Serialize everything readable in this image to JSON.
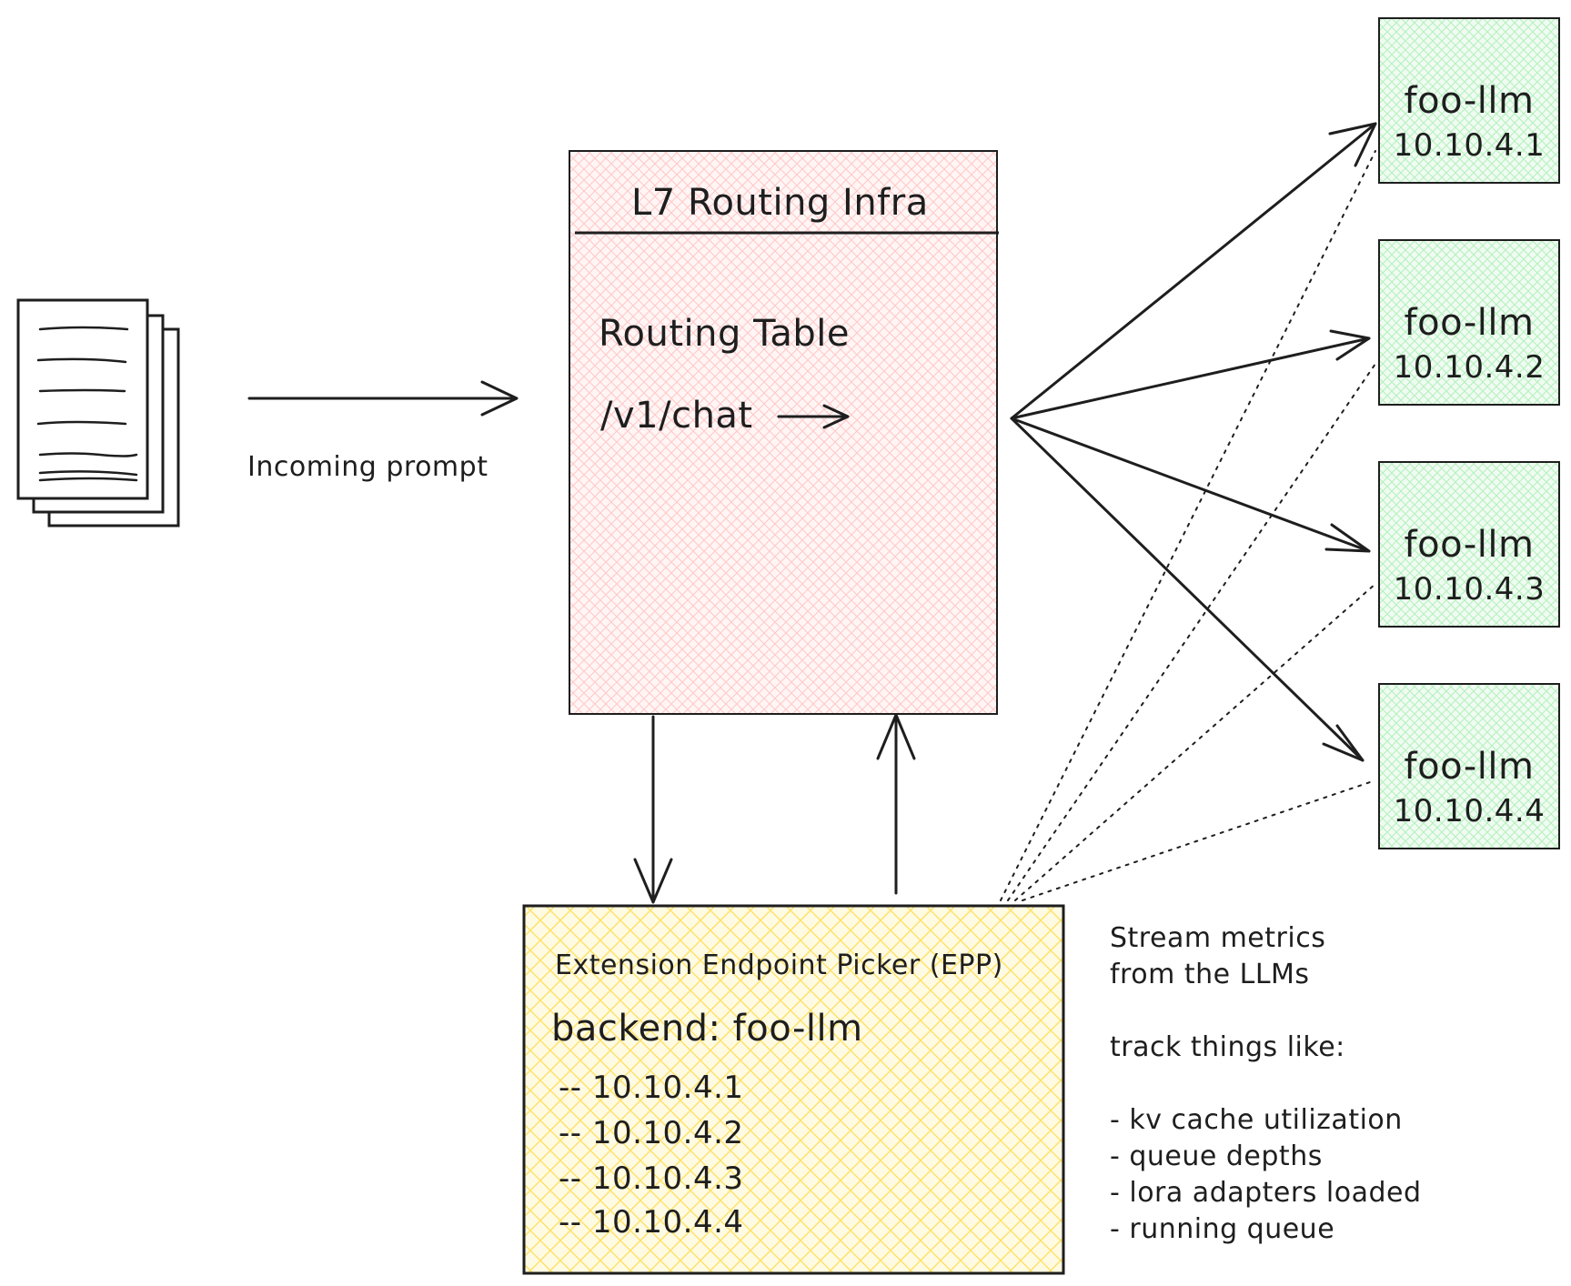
{
  "client": {
    "icon": "document-stack-icon",
    "caption": "Incoming prompt"
  },
  "router": {
    "title": "L7 Routing Infra",
    "table_label": "Routing Table",
    "route_path": "/v1/chat",
    "color": "#ffc9c9"
  },
  "backends": {
    "color": "#b2f2bb",
    "items": [
      {
        "name": "foo-llm",
        "ip": "10.10.4.1"
      },
      {
        "name": "foo-llm",
        "ip": "10.10.4.2"
      },
      {
        "name": "foo-llm",
        "ip": "10.10.4.3"
      },
      {
        "name": "foo-llm",
        "ip": "10.10.4.4"
      }
    ]
  },
  "epp": {
    "title": "Extension Endpoint Picker (EPP)",
    "backend_label": "backend: foo-llm",
    "endpoints": [
      "-- 10.10.4.1",
      "-- 10.10.4.2",
      "-- 10.10.4.3",
      "-- 10.10.4.4"
    ],
    "color": "#ffec99"
  },
  "notes": {
    "line1": "Stream metrics",
    "line2": "from the LLMs",
    "track_header": "track things like:",
    "items": [
      "- kv cache utilization",
      "- queue depths",
      "- lora adapters loaded",
      "- running queue"
    ]
  }
}
